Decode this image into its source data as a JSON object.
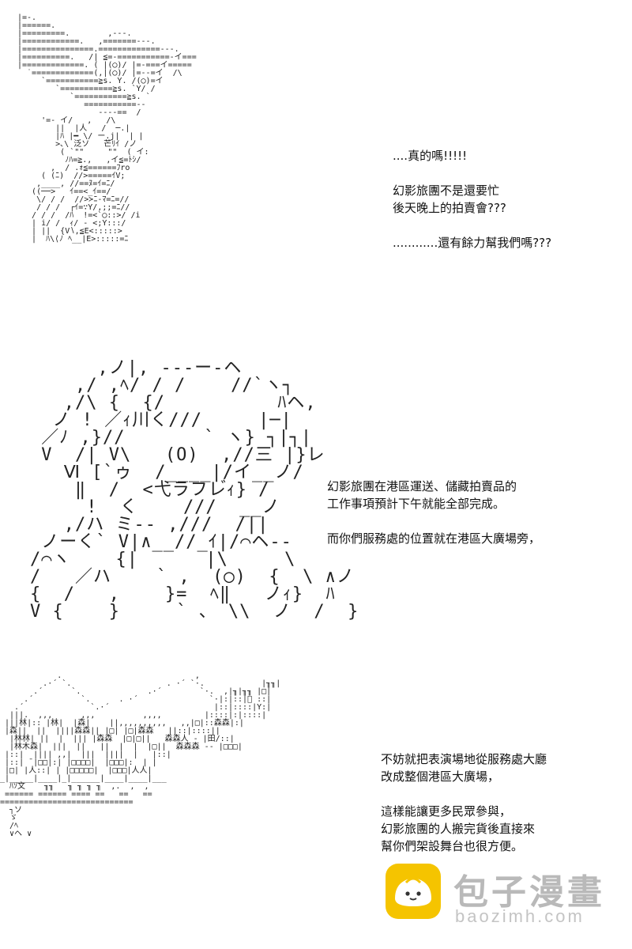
{
  "panel1": {
    "art": "|=-.\n|======.\n|=========.        ,---.\n|============.   ,=======---.\n|===============.=============---.\n|==========.   /| ≦=-===========-イ===\n|=============. ( |(◯)/ |=-===イ=====\n  ˙=============(,|(◯)/ |=--=イ  /\\\n     `===========≧s. Y. /(◯)=イ\n        `===========≧s. `Y/ /\n           `===========≧s. `\n              ===========--\n                 ----==  /\n     '=- イ/   ,   /\\\n        ||  |人   /  ─.|\n        |ﾊ |━ \\/ ー.j|  | |\n        >､\\ 泛ソ   芒ﾘｲ /ノ\n         ( `\"\"     \"\"  ( イ:\n          ﾉﾊ=≧.,   ,イ≦=ﾄｼ/\n       ,  / .ｫ≦======ﾌro\n     ( (ﾆ)  //>=====ｲV;\n    ,____, //==ﾇ=ｲ=ﾆ/\n   ((──>   ｲ==<_ｲ==/\n    \\/ / /  //>≻ﾆ-ﾏ=ﾆ=//\n    / / /  ┌ｲ=∵Y/,;;=ﾆ//\n   / / /  /ﾊ  !=<`◯::>/ /i\n   | i/ /  ｨ/ - <;Y:::/\n   | ||  {V∖,≦E<:::::>\n   |  ﾊ\\⟨ﾉ ﾍ__|E>:::::=ﾆ",
    "lines": [
      "....真的嗎!!!!!",
      "",
      "幻影旅團不是還要忙",
      "後天晚上的拍賣會???",
      "",
      "............還有餘力幫我們嗎???"
    ]
  },
  "panel2": {
    "art": "      ,ノ|, ---ー-ヘ\n    ,/ ,ﾍ/ / /    //`ヽ┐\n   ,/\\ {  {/          ﾊヘ,\n  ノ ! ／ｨ川く///     |─|\n ／ﾉ ,}//       ` ヽ} ┐|┐|\n V  /| V\\   (O)  ,//三 |}レ\n   Ⅵ [`ゥ  /____|/イ__ノ/\n    ‖  /  <弋ラフレ゙ｨ} /\n     !  く    ///  __ノ\n   ,/ハ ミ-- ,///  /||\n ノーく` V|∧__//_ｲ|/⌒ヘ--\n/⌒ヽ    {|      |\\     \\\n/   ／ハ    ` ,  (◯)  {  \\ ∧ノ\n{  /   ,    }=  ﾍ‖   ノｨ}  ﾊ\nV {    }     ` 、 \\\\  ノ  /  }",
    "lines": [
      "幻影旅團在港區運送、儲藏拍賣品的",
      "工作事項預計下午就能全部完成。",
      "",
      "而你們服務處的位置就在港區大廣場旁，"
    ]
  },
  "panel3": {
    "art": "            .                            ,\n         .·´ `.                    . ·´ `·.            |╖╖|\n       .´      `.              .·´        `·.  ,|╖|╖╖ |□|\n     .´          `.      . ·´               `·|:|::|ﾟ ::|\n   .´              `.·´                      |::|::::|Y:|\n  |||.  ,,,      ,,,          ,,,,         |::::|:|::::|\n |||林|:: |林|  |森|    ||,,,,,,,,,,   ,,|□|::森森|:|\n |森||  ||  ||||森森|| |□| |□|森森   ||::|::::||\n  |林林| ||  |  ||| |森森  |□|□||   森森人 ‐ |田/::|\n  |林木森|  |||  ||   ||  |  |  |□||  森森森 ‐‐ |□□□|\n |::|  |||| ,,|  |||  ||||  |   |::|\n |::| ¯|□□|:| |□□□□|  |□□□|:  | |\n |□| |人::| | |□□□□□|  |□□□|人人|\n_|_____|____|_|______|____|____|___\n  ﾊｿ文    ╖╖   ╖ ╖ ╖ ╖  ,.  ,  ,\n ====== ====== ==== ==   ==   ==\n============================\n  ┐ソ\n  ゞ        \n  /ﾍ\n  ∨ヘ ∨\n",
    "lines": [
      "不妨就把表演場地從服務處大廳",
      "改成整個港區大廣場，",
      "",
      "這樣能讓更多民眾參與，",
      "幻影旅團的人搬完貨後直接來",
      "幫你們架設舞台也很方便。"
    ]
  },
  "watermark": {
    "name": "包子漫畫",
    "domain": "baozimh.com",
    "color": "#f5c400",
    "icon": "steamed-bun-icon"
  }
}
